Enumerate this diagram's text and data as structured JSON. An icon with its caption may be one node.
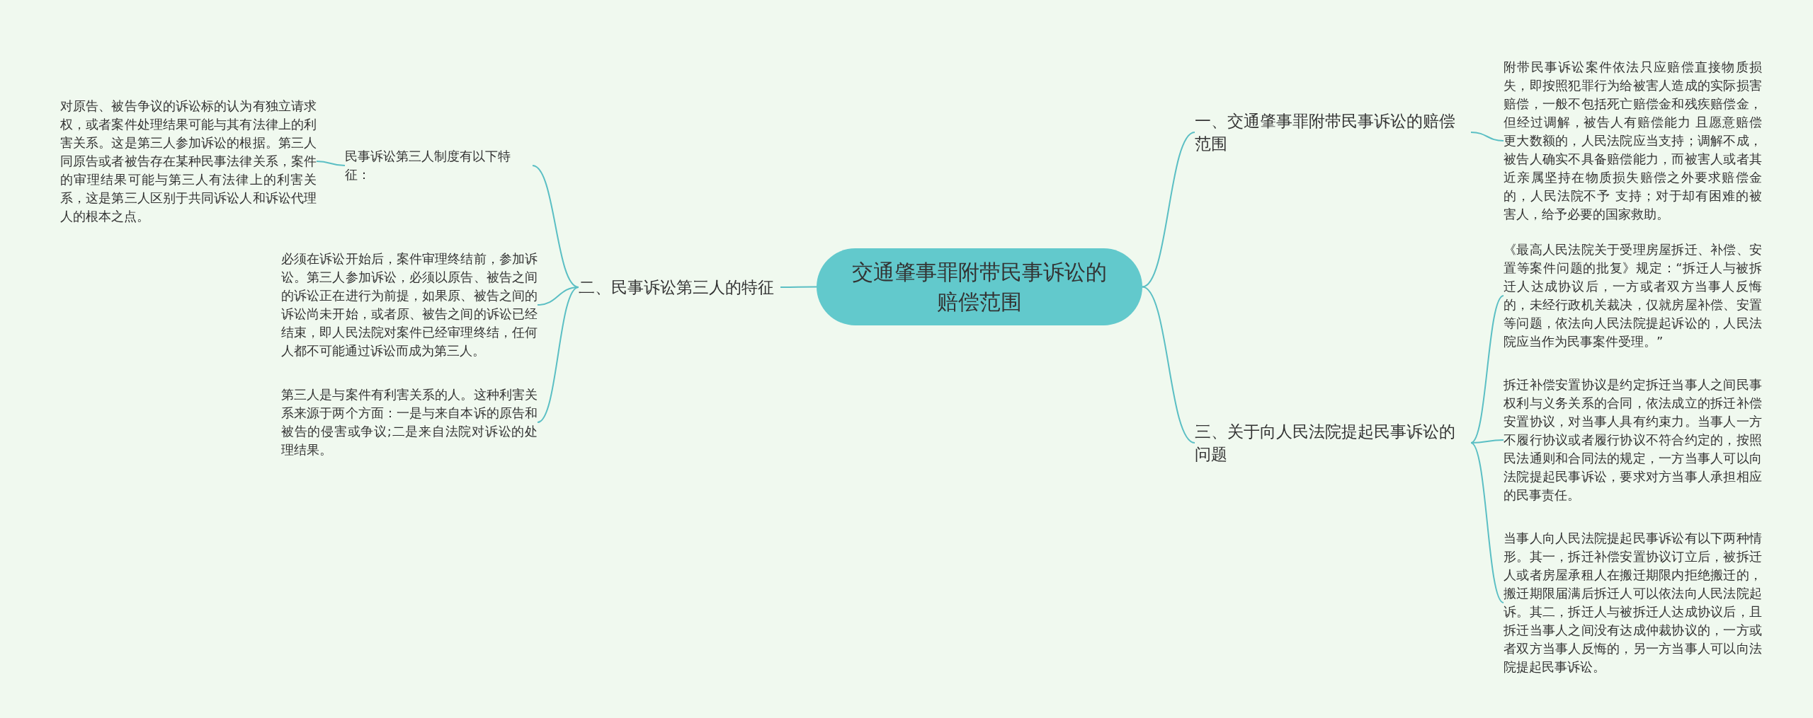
{
  "diagram": {
    "nodes": [
      {
        "text": [
          "交通肇事罪附带民事诉讼的赔偿范围"
        ]
      },
      {
        "text": [
          "一、交通肇事罪附带民事诉讼的赔偿范围"
        ]
      },
      {
        "text": [
          "附带民事诉讼案件依法只应赔偿直接物质损失，即按照犯罪行为给被害人造成的实际损害赔偿，一般不包括死亡赔偿金和残疾赔偿金，但经过调解，被告人有赔偿能力 且愿意赔偿更大数额的，人民法院应当支持；调解不成，被告人确实不具备赔偿能力，而被害人或者其近亲属坚持在物质损失赔偿之外要求赔偿金的，人民法院不予 支持；对于却有困难的被害人，给予必要的国家救助。"
        ]
      },
      {
        "text": [
          "三、关于向人民法院提起民事诉讼的问题"
        ]
      },
      {
        "text": [
          "《最高人民法院关于受理房屋拆迁、补偿、安置等案件问题的批复》规定：“拆迁人与被拆迁人达成协议后，一方或者双方当事人反悔的，未经行政机关裁决，仅就房屋补偿、安置等问题，依法向人民法院提起诉讼的，人民法院应当作为民事案件受理。”"
        ]
      },
      {
        "text": [
          "拆迁补偿安置协议是约定拆迁当事人之间民事权利与义务关系的合同，依法成立的拆迁补偿安置协议，对当事人具有约束力。当事人一方不履行协议或者履行协议不符合约定的，按照民法通则和合同法的规定，一方当事人可以向法院提起民事诉讼，要求对方当事人承担相应的民事责任。"
        ]
      },
      {
        "text": [
          "当事人向人民法院提起民事诉讼有以下两种情形。其一，拆迁补偿安置协议订立后，被拆迁人或者房屋承租人在搬迁期限内拒绝搬迁的，搬迁期限届满后拆迁人可以依法向人民法院起诉。其二，拆迁人与被拆迁人达成协议后，且拆迁当事人之间没有达成仲裁协议的，一方或者双方当事人反悔的，另一方当事人可以向法院提起民事诉讼。"
        ]
      },
      {
        "text": [
          "二、民事诉讼第三人的特征"
        ]
      },
      {
        "text": [
          "民事诉讼第三人制度有以下特征："
        ]
      },
      {
        "text": [
          "对原告、被告争议的诉讼标的认为有独立请求权，或者案件处理结果可能与其有法律上的利害关系。这是第三人参加诉讼的根据。第三人同原告或者被告存在某种民事法律关系，案件的审理结果可能与第三人有法律上的利害关系，这是第三人区别于共同诉讼人和诉讼代理人的根本之点。"
        ]
      },
      {
        "text": [
          "必须在诉讼开始后，案件审理终结前，参加诉讼。第三人参加诉讼，必须以原告、被告之间的诉讼正在进行为前提，如果原、被告之间的诉讼尚未开始，或者原、被告之间的诉讼已经结束，即人民法院对案件已经审理终结，任何人都不可能通过诉讼而成为第三人。"
        ]
      },
      {
        "text": [
          "第三人是与案件有利害关系的人。这种利害关系来源于两个方面：一是与来自本诉的原告和被告的侵害或争议;二是来自法院对诉讼的处理结果。"
        ]
      }
    ],
    "edges": [
      {
        "from": 0,
        "to": 1,
        "arrow": "none"
      },
      {
        "from": 1,
        "to": 2,
        "arrow": "none"
      },
      {
        "from": 0,
        "to": 3,
        "arrow": "none"
      },
      {
        "from": 3,
        "to": 4,
        "arrow": "none"
      },
      {
        "from": 3,
        "to": 5,
        "arrow": "none"
      },
      {
        "from": 3,
        "to": 6,
        "arrow": "none"
      },
      {
        "from": 0,
        "to": 7,
        "arrow": "none"
      },
      {
        "from": 7,
        "to": 8,
        "arrow": "none"
      },
      {
        "from": 8,
        "to": 9,
        "arrow": "none"
      },
      {
        "from": 7,
        "to": 10,
        "arrow": "none"
      },
      {
        "from": 7,
        "to": 11,
        "arrow": "none"
      }
    ]
  }
}
